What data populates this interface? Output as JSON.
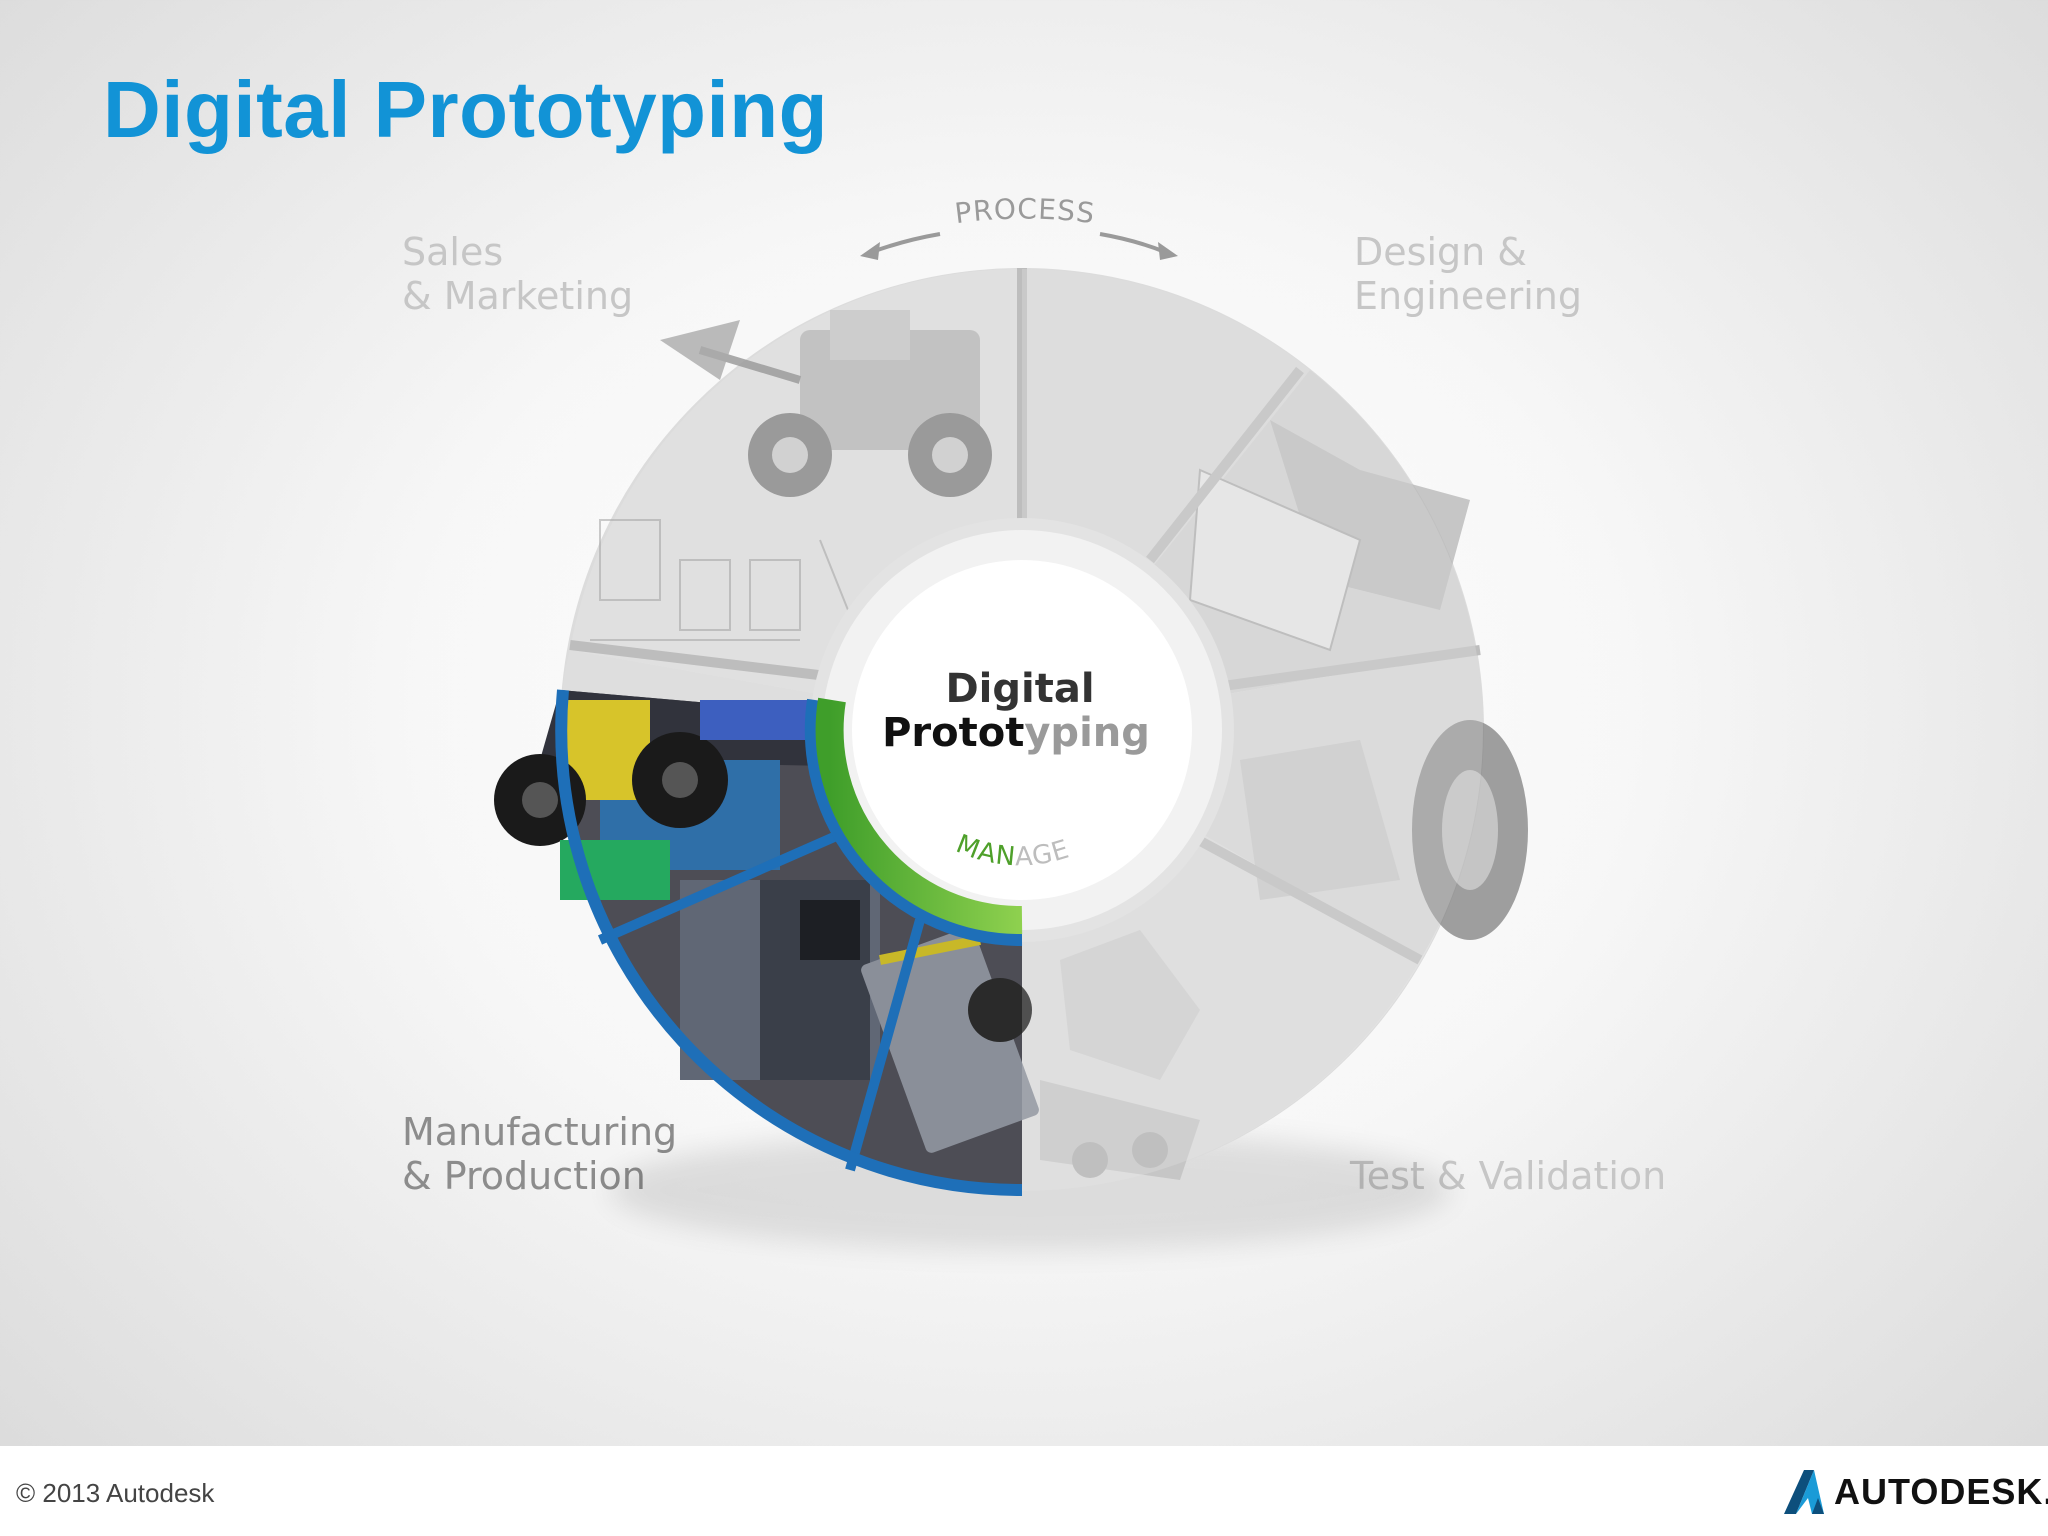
{
  "slide": {
    "title": "Digital Prototyping"
  },
  "diagram": {
    "center_line1": "Digital",
    "center_line2_dark": "Protot",
    "center_line2_light": "yping",
    "process_label": "PROCESS",
    "manage_label_color": "MAN",
    "manage_label_grey": "AGE",
    "quadrants": {
      "sales": [
        "Sales",
        "& Marketing"
      ],
      "design": [
        "Design &",
        "Engineering"
      ],
      "manufacturing": [
        "Manufacturing",
        "& Production"
      ],
      "test": [
        "Test & Validation"
      ]
    },
    "colors": {
      "title_blue": "#1293d6",
      "ring_blue": "#1e6fb8",
      "manage_green": "#5cb531",
      "inactive_grey": "#c6c6c6"
    }
  },
  "footer": {
    "copyright": "© 2013 Autodesk",
    "brand": "AUTODESK."
  }
}
